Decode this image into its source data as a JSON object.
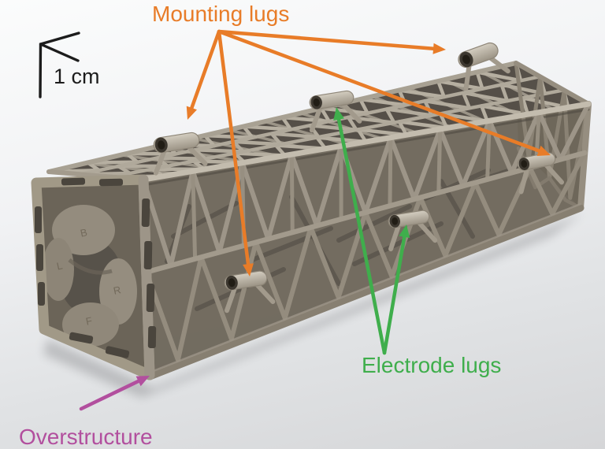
{
  "figure": {
    "description": "3D CAD render of a long rectangular 3D-printed lattice truss (overstructure) with annotated lugs",
    "background_top": "#fbfcfc",
    "background_bottom": "#d5d6d8",
    "material_color": "#9a9284",
    "scale_indicator": {
      "label": "1 cm",
      "color": "#1c1c1c"
    },
    "annotations": {
      "mounting_lugs": {
        "label": "Mounting lugs",
        "color": "#E87C28",
        "arrow_count": 4,
        "targets": [
          "top-left lug",
          "front-middle lug",
          "top-right lug",
          "right-end lug"
        ]
      },
      "electrode_lugs": {
        "label": "Electrode lugs",
        "color": "#3FAE4C",
        "arrow_count": 2,
        "targets": [
          "top electrode lug",
          "front electrode lug"
        ]
      },
      "overstructure": {
        "label": "Overstructure",
        "color": "#B24F9E",
        "arrow_count": 1,
        "targets": [
          "bottom-left corner of lattice frame"
        ]
      }
    },
    "model": {
      "cylinder_labels": [
        "B",
        "L",
        "R",
        "F"
      ]
    }
  }
}
